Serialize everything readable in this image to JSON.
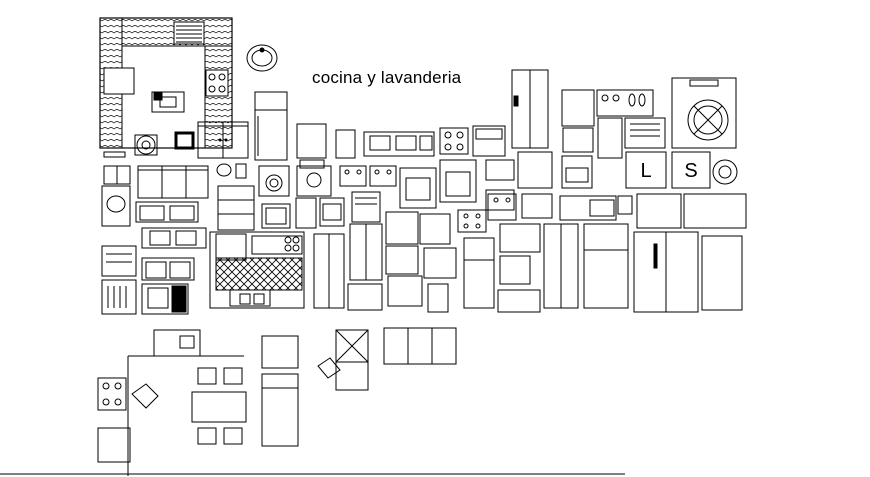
{
  "title": "cocina y lavanderia",
  "markers": {
    "laundry_l": "L",
    "laundry_s": "S"
  },
  "colors": {
    "line": "#000000",
    "background": "#ffffff"
  }
}
